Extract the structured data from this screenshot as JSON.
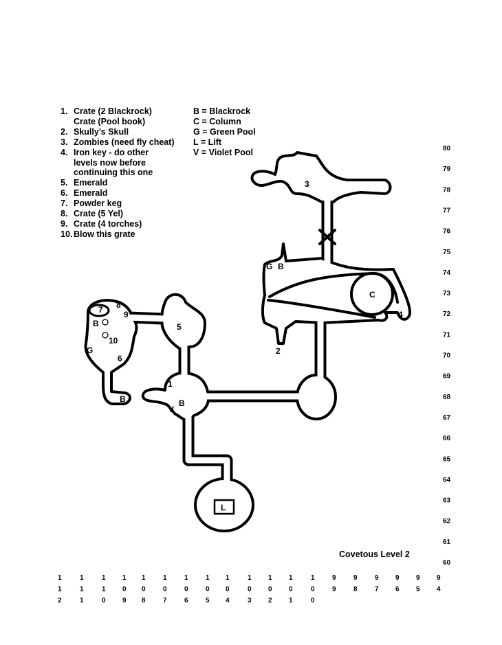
{
  "legend_items": [
    {
      "num": "1.",
      "lines": [
        "Crate (2 Blackrock)",
        "Crate (Pool book)"
      ]
    },
    {
      "num": "2.",
      "lines": [
        "Skully's Skull"
      ]
    },
    {
      "num": "3.",
      "lines": [
        "Zombies (need fly cheat)"
      ]
    },
    {
      "num": "4.",
      "lines": [
        "Iron key - do other",
        "levels now before",
        "continuing this one"
      ]
    },
    {
      "num": "5.",
      "lines": [
        "Emerald"
      ]
    },
    {
      "num": "6.",
      "lines": [
        "Emerald"
      ]
    },
    {
      "num": "7.",
      "lines": [
        "Powder keg"
      ]
    },
    {
      "num": "8.",
      "lines": [
        "Crate (5 Yel)"
      ]
    },
    {
      "num": "9.",
      "lines": [
        "Crate (4 torches)"
      ]
    },
    {
      "num": "10.",
      "lines": [
        "Blow this grate"
      ]
    }
  ],
  "key": [
    "B = Blackrock",
    "C = Column",
    "G = Green Pool",
    "L = Lift",
    "V = Violet Pool"
  ],
  "title": "Covetous Level 2",
  "map_labels": {
    "n1": "1",
    "n2": "2",
    "n3": "3",
    "n4": "4",
    "n5": "5",
    "n6": "6",
    "n7": "7",
    "n8": "8",
    "n9": "9",
    "n10": "10",
    "b_left": "B",
    "b_left_bottom": "B",
    "b_hub": "B",
    "b_chamber": "B",
    "g_left": "G",
    "g_chamber": "G",
    "v_hub": "V",
    "c_column": "C",
    "l_lift": "L"
  },
  "y_axis": [
    "80",
    "79",
    "78",
    "77",
    "76",
    "75",
    "74",
    "73",
    "72",
    "71",
    "70",
    "69",
    "68",
    "67",
    "66",
    "65",
    "64",
    "63",
    "62",
    "61",
    "60"
  ],
  "x_axis": [
    "112",
    "111",
    "110",
    "109",
    "108",
    "107",
    "106",
    "105",
    "104",
    "103",
    "102",
    "101",
    "100",
    "99",
    "98",
    "97",
    "96",
    "95",
    "94"
  ]
}
